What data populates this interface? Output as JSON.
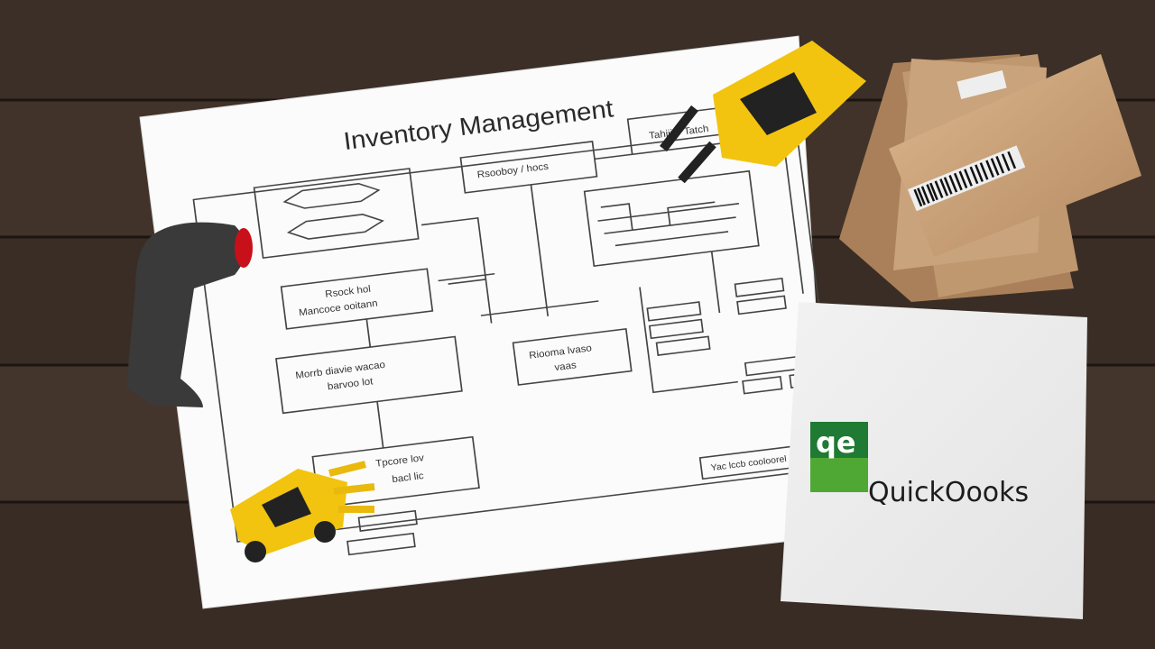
{
  "paper": {
    "title": "Inventory Management",
    "boxes": [
      {
        "label": "Rsock hol",
        "label2": "Mancoce ooitann"
      },
      {
        "label": "Morrb diavie wacao",
        "label2": "barvoo lot"
      },
      {
        "label": "Tpcore lov",
        "label2": "bacl lic"
      },
      {
        "label": "Rsooboy / hocs",
        "label2": ""
      },
      {
        "label": "Tahiiib/ Tatch",
        "label2": ""
      },
      {
        "label": "Riooma lvaso",
        "label2": "vaas"
      },
      {
        "label": "Yac lccb cooloorel",
        "label2": ""
      }
    ]
  },
  "logo_card": {
    "brand": "QuickOooks",
    "logo_mark": "qe",
    "colors": {
      "dark_green": "#1f7a33",
      "light_green": "#4fa833"
    }
  },
  "colors": {
    "wood": "#3a2e27",
    "cardboard": "#c9a37c",
    "toy_yellow": "#f2c40f"
  }
}
